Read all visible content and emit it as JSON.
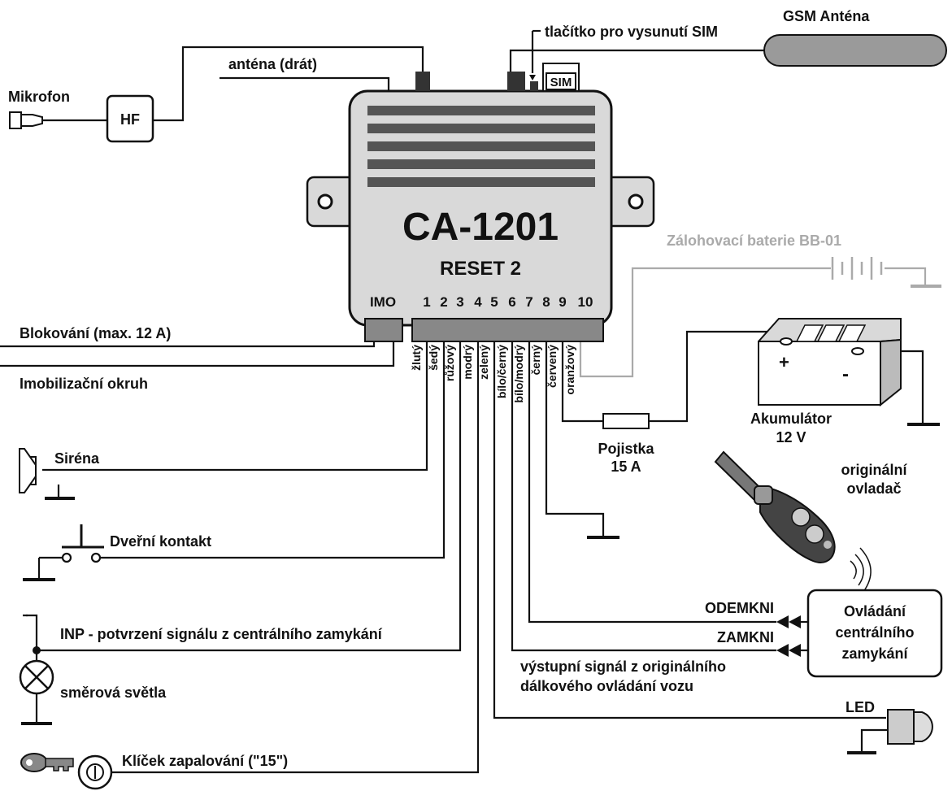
{
  "device": {
    "model": "CA-1201",
    "reset": "RESET 2",
    "imo_label": "IMO",
    "pin_numbers": [
      "1",
      "2",
      "3",
      "4",
      "5",
      "6",
      "7",
      "8",
      "9",
      "10"
    ],
    "wire_colors": [
      "žlutý",
      "šedý",
      "růžový",
      "modrý",
      "zelený",
      "bílo/černý",
      "bílo/modrý",
      "černý",
      "červený",
      "oranžový"
    ]
  },
  "labels": {
    "sim_button": "tlačítko pro vysunutí SIM",
    "sim": "SIM",
    "gsm_antenna": "GSM Anténa",
    "antenna_wire": "anténa (drát)",
    "microphone": "Mikrofon",
    "hf": "HF",
    "backup_battery": "Zálohovací baterie BB-01",
    "blocking": "Blokování (max. 12 A)",
    "immobilizer": "Imobilizační okruh",
    "siren": "Siréna",
    "door_contact": "Dveřní kontakt",
    "inp": "INP - potvrzení signálu z centrálního zamykání",
    "turn_lights": "směrová světla",
    "ignition_key": "Klíček zapalování (\"15\")",
    "battery_plus": "+",
    "battery_minus": "-",
    "battery_line1": "Akumulátor",
    "battery_line2": "12 V",
    "fuse_line1": "Pojistka",
    "fuse_line2": "15 A",
    "remote_line1": "originální",
    "remote_line2": "ovladač",
    "unlock": "ODEMKNI",
    "lock": "ZAMKNI",
    "central_line1": "Ovládání",
    "central_line2": "centrálního",
    "central_line3": "zamykání",
    "output_line1": "výstupní signál z originálního",
    "output_line2": "dálkového ovládání vozu",
    "led": "LED"
  }
}
